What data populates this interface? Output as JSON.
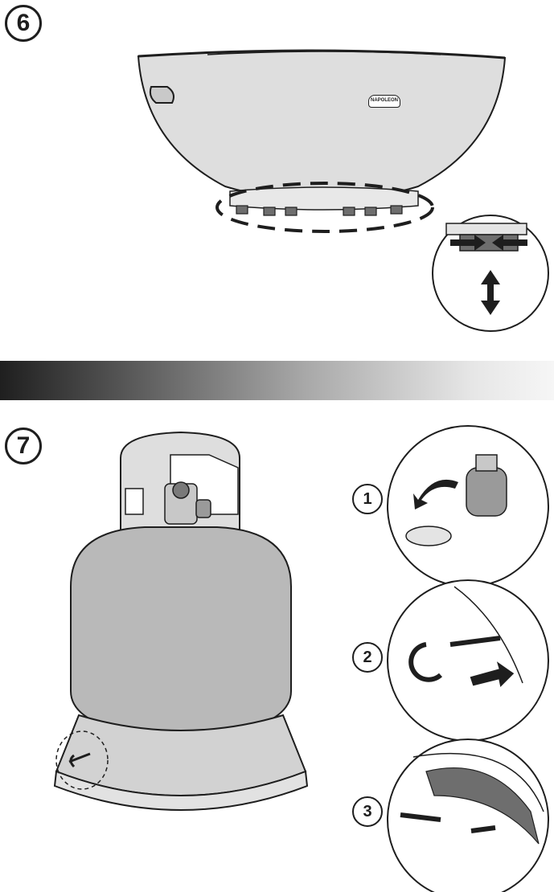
{
  "steps": [
    {
      "number": "6"
    },
    {
      "number": "7"
    }
  ],
  "substeps": [
    {
      "number": "1"
    },
    {
      "number": "2"
    },
    {
      "number": "3"
    }
  ],
  "logo": {
    "text": "NAPOLEON"
  },
  "colors": {
    "line": "#1e1e1e",
    "fill_light": "#dedede",
    "fill_mid": "#b9b9b9",
    "fill_dark": "#5c5c5c",
    "foot": "#6e6e6e"
  }
}
